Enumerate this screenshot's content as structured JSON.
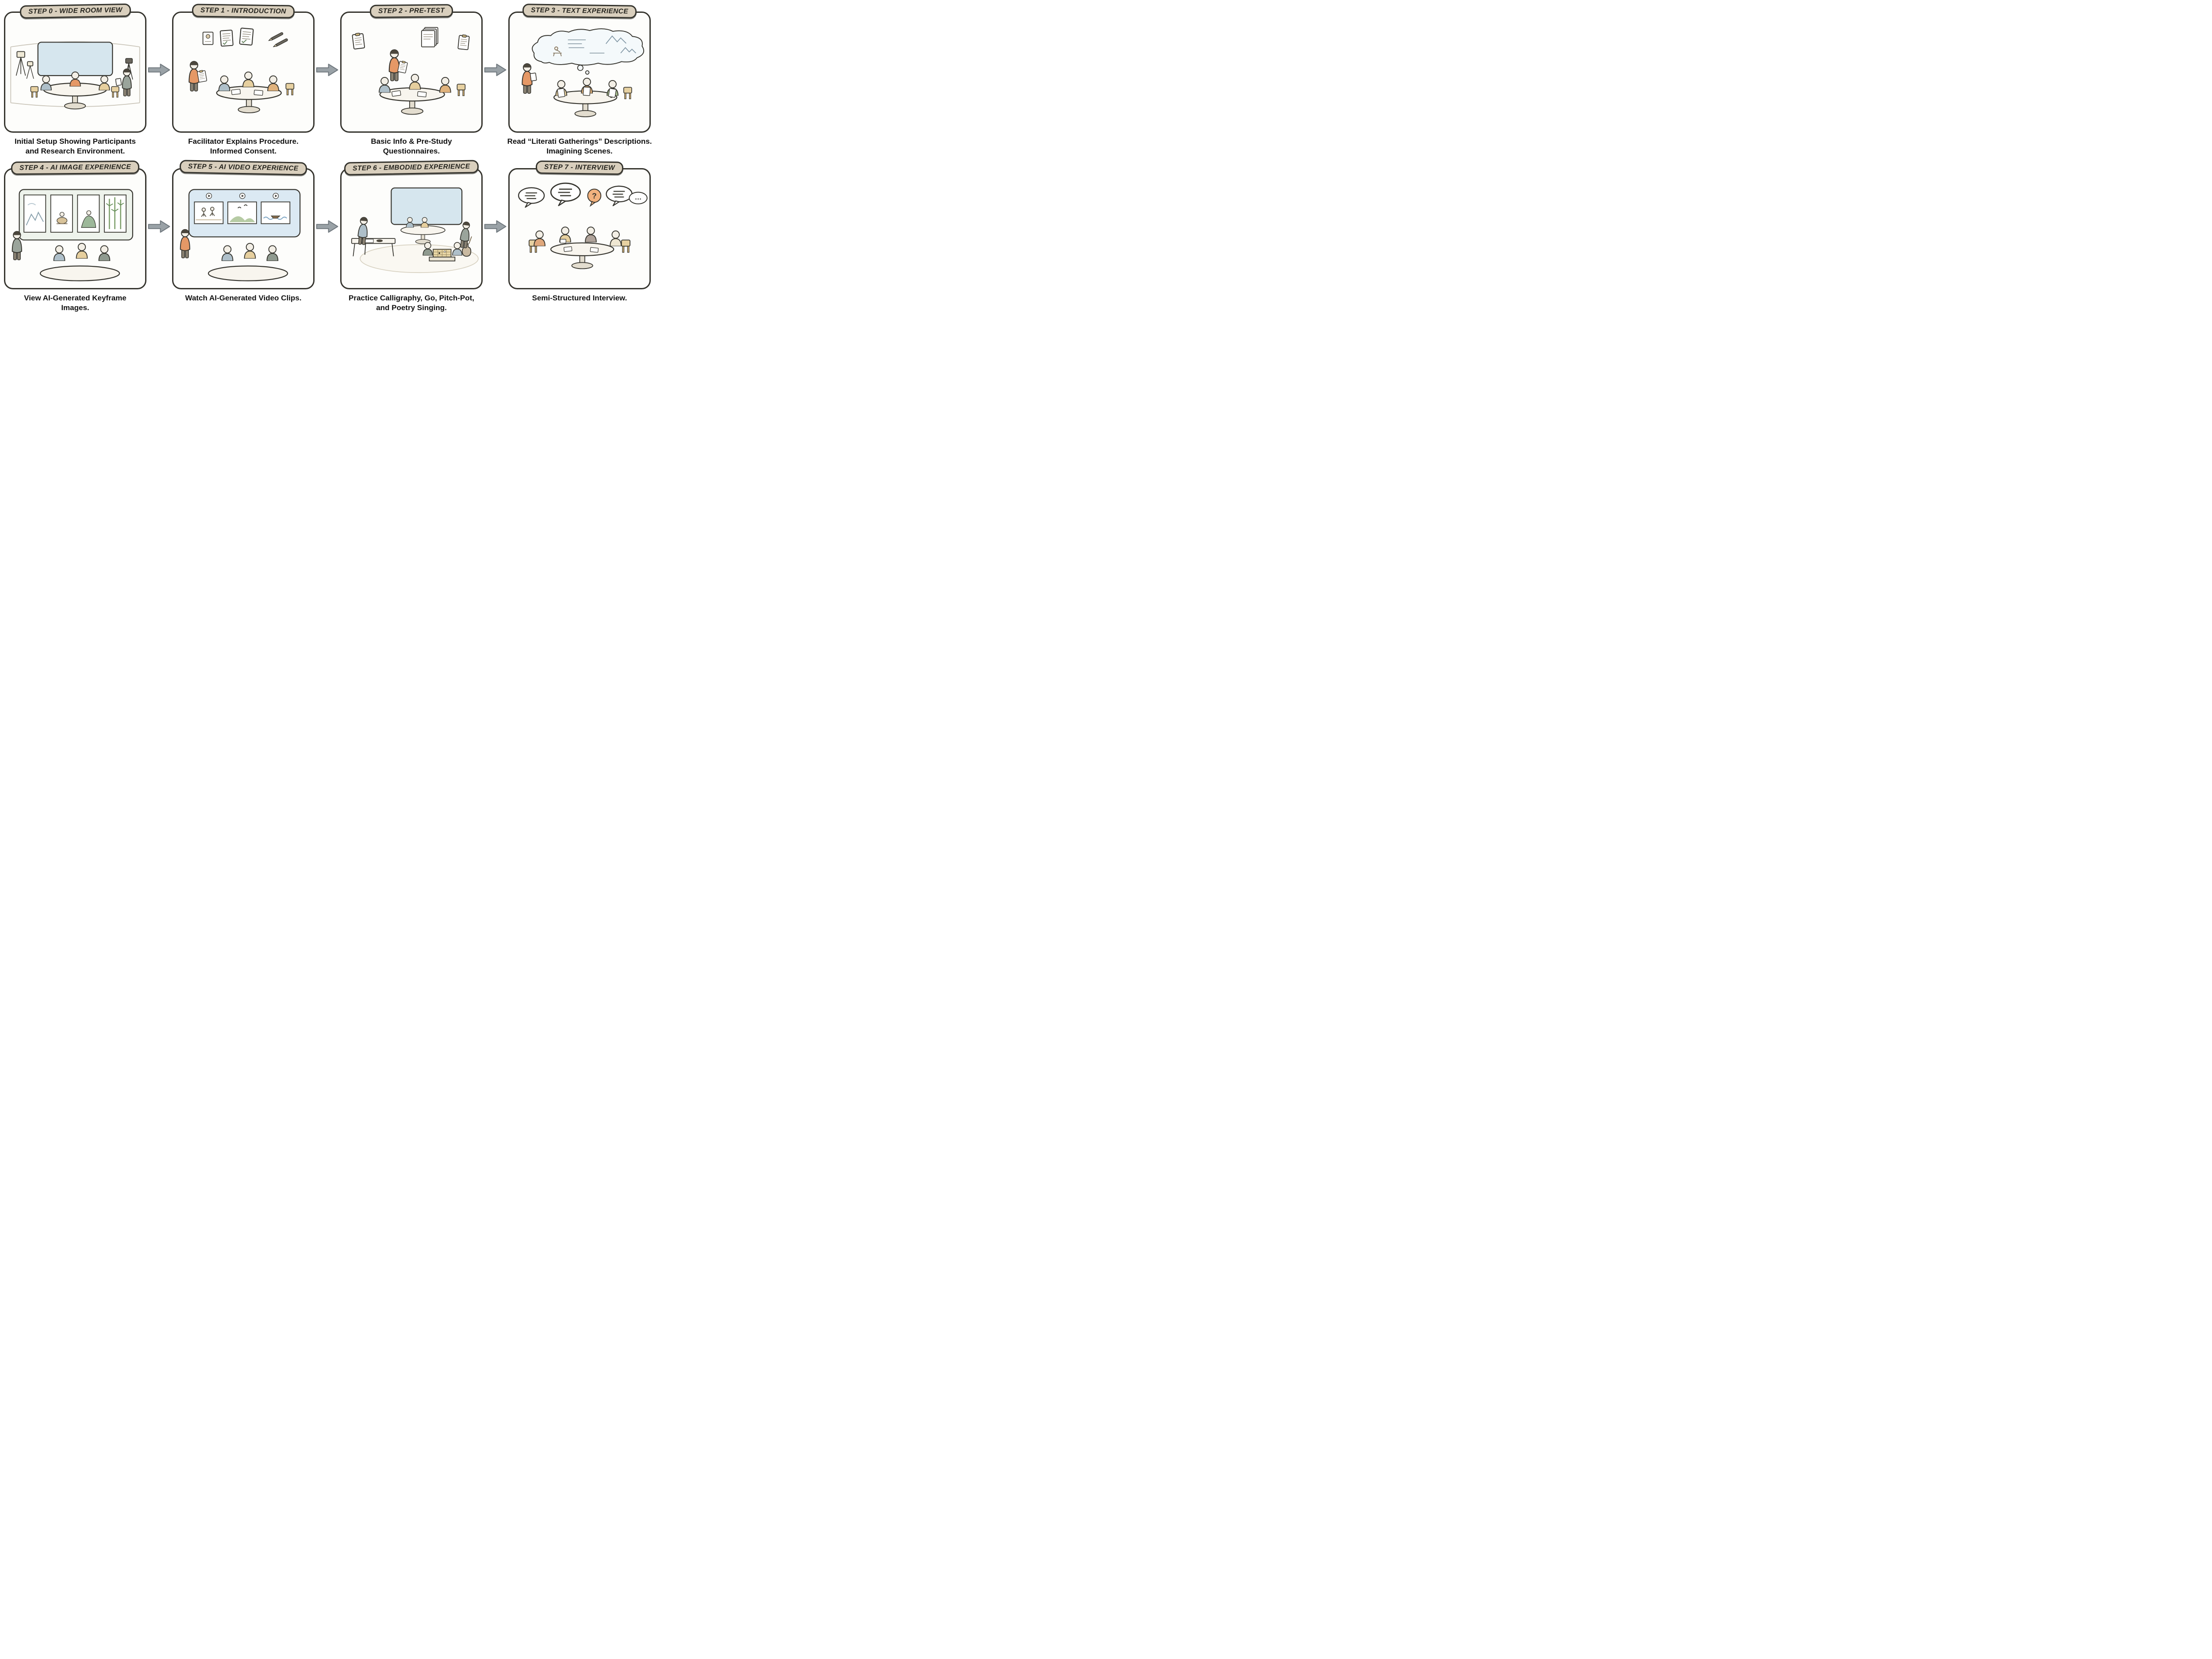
{
  "steps": [
    {
      "banner": "STEP 0 - WIDE ROOM VIEW",
      "caption": "Initial Setup Showing Participants\nand Research Environment.",
      "scene": "wide-room-view",
      "icons": [
        "studio-light-icon",
        "camera-tripod-icon",
        "display-screen",
        "round-table"
      ]
    },
    {
      "banner": "STEP 1 - INTRODUCTION",
      "caption": "Facilitator Explains Procedure.\nInformed Consent.",
      "scene": "introduction",
      "icons": [
        "consent-document-icon",
        "pen-icon",
        "clipboard-icon",
        "round-table"
      ]
    },
    {
      "banner": "STEP 2 - PRE-TEST",
      "caption": "Basic Info & Pre-Study\nQuestionnaires.",
      "scene": "pre-test",
      "icons": [
        "clipboard-checklist-icon",
        "questionnaire-stack-icon",
        "round-table"
      ]
    },
    {
      "banner": "STEP 3 - TEXT EXPERIENCE",
      "caption": "Read “Literati Gatherings” Descriptions.\nImagining Scenes.",
      "scene": "text-experience",
      "icons": [
        "thought-bubble-icon",
        "mountain-sketch-icon",
        "reading-sheet-icon",
        "round-table"
      ]
    },
    {
      "banner": "STEP 4 - AI IMAGE EXPERIENCE",
      "caption": "View AI-Generated Keyframe\nImages.",
      "scene": "ai-image-experience",
      "icons": [
        "gallery-wall",
        "ink-painting-icon",
        "bamboo-painting-icon",
        "round-table"
      ]
    },
    {
      "banner": "STEP 5 - AI VIDEO EXPERIENCE",
      "caption": "Watch AI-Generated Video Clips.",
      "scene": "ai-video-experience",
      "icons": [
        "video-wall",
        "play-circle-icon",
        "round-table"
      ]
    },
    {
      "banner": "STEP 6 - EMBODIED EXPERIENCE",
      "caption": "Practice Calligraphy, Go, Pitch-Pot,\nand Poetry Singing.",
      "scene": "embodied-experience",
      "icons": [
        "display-screen",
        "calligraphy-table",
        "go-board-icon",
        "pitch-pot-icon"
      ]
    },
    {
      "banner": "STEP 7 - INTERVIEW",
      "caption": "Semi-Structured Interview.",
      "scene": "interview",
      "icons": [
        "speech-bubble-icon",
        "question-bubble-icon",
        "ellipsis-bubble-icon",
        "round-table"
      ],
      "bubble_question": "?",
      "bubble_ellipsis": "…"
    }
  ],
  "flow": {
    "arrow_icon": "block-arrow-right",
    "arrow_count_per_row": 3
  },
  "colors": {
    "outline": "#35342e",
    "banner_fill": "#d9cfbd",
    "arrow_fill": "#9aa2a7",
    "screen_blue": "#d6e6ee",
    "accent_orange": "#e59866",
    "question_bubble_fill": "#f2b27e"
  }
}
